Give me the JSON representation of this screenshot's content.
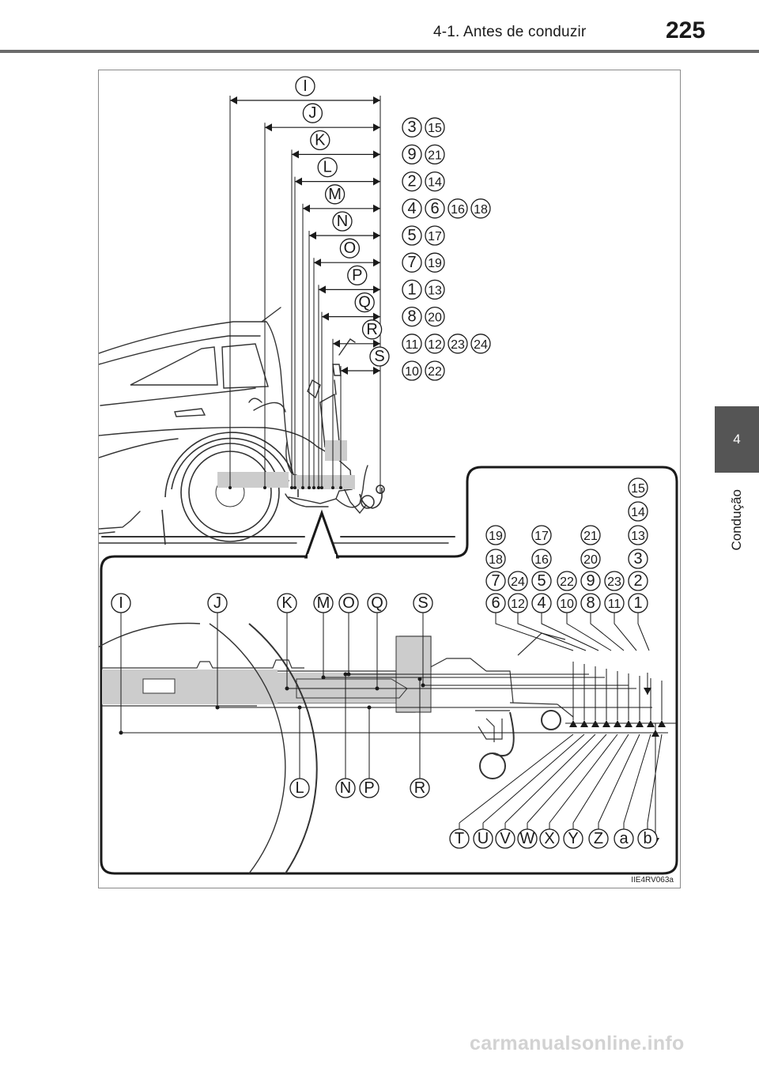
{
  "header": {
    "section_title": "4-1. Antes de conduzir",
    "page_number": "225"
  },
  "side_tab": {
    "chapter_number": "4",
    "chapter_label": "Condução"
  },
  "figure": {
    "code": "IIE4RV063a",
    "top_callouts": [
      {
        "letter": "I",
        "numbers": []
      },
      {
        "letter": "J",
        "numbers": [
          "3",
          "15"
        ]
      },
      {
        "letter": "K",
        "numbers": [
          "9",
          "21"
        ]
      },
      {
        "letter": "L",
        "numbers": [
          "2",
          "14"
        ]
      },
      {
        "letter": "M",
        "numbers": [
          "4",
          "6",
          "16",
          "18"
        ]
      },
      {
        "letter": "N",
        "numbers": [
          "5",
          "17"
        ]
      },
      {
        "letter": "O",
        "numbers": [
          "7",
          "19"
        ]
      },
      {
        "letter": "P",
        "numbers": [
          "1",
          "13"
        ]
      },
      {
        "letter": "Q",
        "numbers": [
          "8",
          "20"
        ]
      },
      {
        "letter": "R",
        "numbers": [
          "11",
          "12",
          "23",
          "24"
        ]
      },
      {
        "letter": "S",
        "numbers": [
          "10",
          "22"
        ]
      }
    ],
    "detail_top_letters": [
      "I",
      "J",
      "K",
      "M",
      "O",
      "Q",
      "S"
    ],
    "detail_bottom_letters": [
      "L",
      "N",
      "P",
      "R"
    ],
    "detail_number_rows": [
      [
        "15"
      ],
      [
        "14"
      ],
      [
        "19",
        "17",
        "21",
        "13"
      ],
      [
        "18",
        "16",
        "20",
        "3"
      ],
      [
        "7",
        "24",
        "5",
        "22",
        "9",
        "23",
        "2"
      ],
      [
        "6",
        "12",
        "4",
        "10",
        "8",
        "11",
        "1"
      ]
    ],
    "detail_dimension_letters": [
      "T",
      "U",
      "V",
      "W",
      "X",
      "Y",
      "Z",
      "a",
      "b"
    ]
  },
  "watermark": "carmanualsonline.info"
}
